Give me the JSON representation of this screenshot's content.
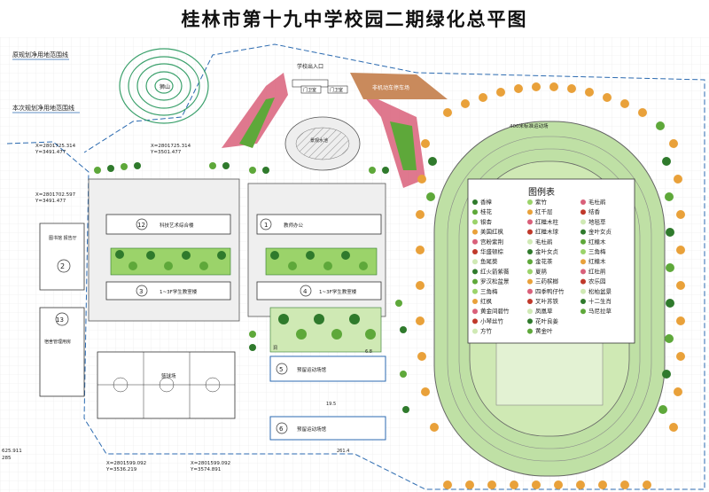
{
  "title": "桂林市第十九中学校园二期绿化总平图",
  "boundary_labels": {
    "original_boundary": "原规划净用地范围线",
    "current_boundary": "本次规划净用地范围线"
  },
  "coordinates": [
    {
      "x": "X=2801725.314",
      "y": "Y=3491.477"
    },
    {
      "x": "X=2801725.314",
      "y": "Y=3501.477"
    },
    {
      "x": "X=2801702.597",
      "y": "Y=3491.477"
    },
    {
      "x": "X=2801599.092",
      "y": "Y=3536.219"
    },
    {
      "x": "X=2801599.092",
      "y": "Y=3574.891"
    }
  ],
  "left_edge_numbers": [
    "625.911",
    "285"
  ],
  "site_labels": {
    "hill": "狮山",
    "gate": "学校出入口",
    "guard1": "门卫室",
    "guard2": "门卫室",
    "parking": "非机动车停车场",
    "ellipse_top": "景观水池",
    "b12": "科技艺术综合楼",
    "b_top_right": "教师办公",
    "b2": "图书馆 报告厅",
    "b13": "宿舍管理用房",
    "b3": "1~3F学生教室楼",
    "b4": "1~3F学生教室楼",
    "b5": "预留运动场馆",
    "b6": "预留运动场馆",
    "courts": "篮球场",
    "track_label": "400米标准运动场",
    "dim1": "6.8",
    "dim2": "19.5",
    "dim3": "261.4",
    "hole": "洞"
  },
  "building_numbers": {
    "n12": "12",
    "n1": "1",
    "n2": "2",
    "n3": "3",
    "n4": "4",
    "n5": "5",
    "n6": "6",
    "n13": "13"
  },
  "legend": {
    "title": "图例表",
    "col1": [
      "香樟",
      "桂花",
      "银杏",
      "美国红枫",
      "宫粉紫荆",
      "华盛顿棕",
      "鱼尾葵",
      "红火箭紫薇",
      "罗汉松盆景",
      "三角梅",
      "红枫",
      "黄金间碧竹",
      "小琴丝竹",
      "方竹"
    ],
    "col2": [
      "紫竹",
      "红千层",
      "红檵木柱",
      "红檵木球",
      "毛杜鹃",
      "金叶女贞",
      "金花茶",
      "夏鹃",
      "三药槟榔",
      "四季鸭仔竹",
      "叉叶苏铁",
      "凤凰草",
      "花叶良姜",
      "黄金叶"
    ],
    "col3": [
      "毛杜鹃",
      "结香",
      "地毯草",
      "金叶女贞",
      "红檵木",
      "三角梅",
      "红檵木",
      "红杜鹃",
      "农乐园",
      "松柏盆景",
      "十二生肖",
      "马尼拉草"
    ],
    "colors": {
      "tree_dark": "#2f7a2c",
      "tree_mid": "#5ea83a",
      "tree_light": "#9bd36a",
      "orange": "#e9a13a",
      "pink": "#d9607a",
      "red": "#c0392b",
      "grass": "#cfe9b4",
      "track": "#bfe0a5"
    }
  }
}
